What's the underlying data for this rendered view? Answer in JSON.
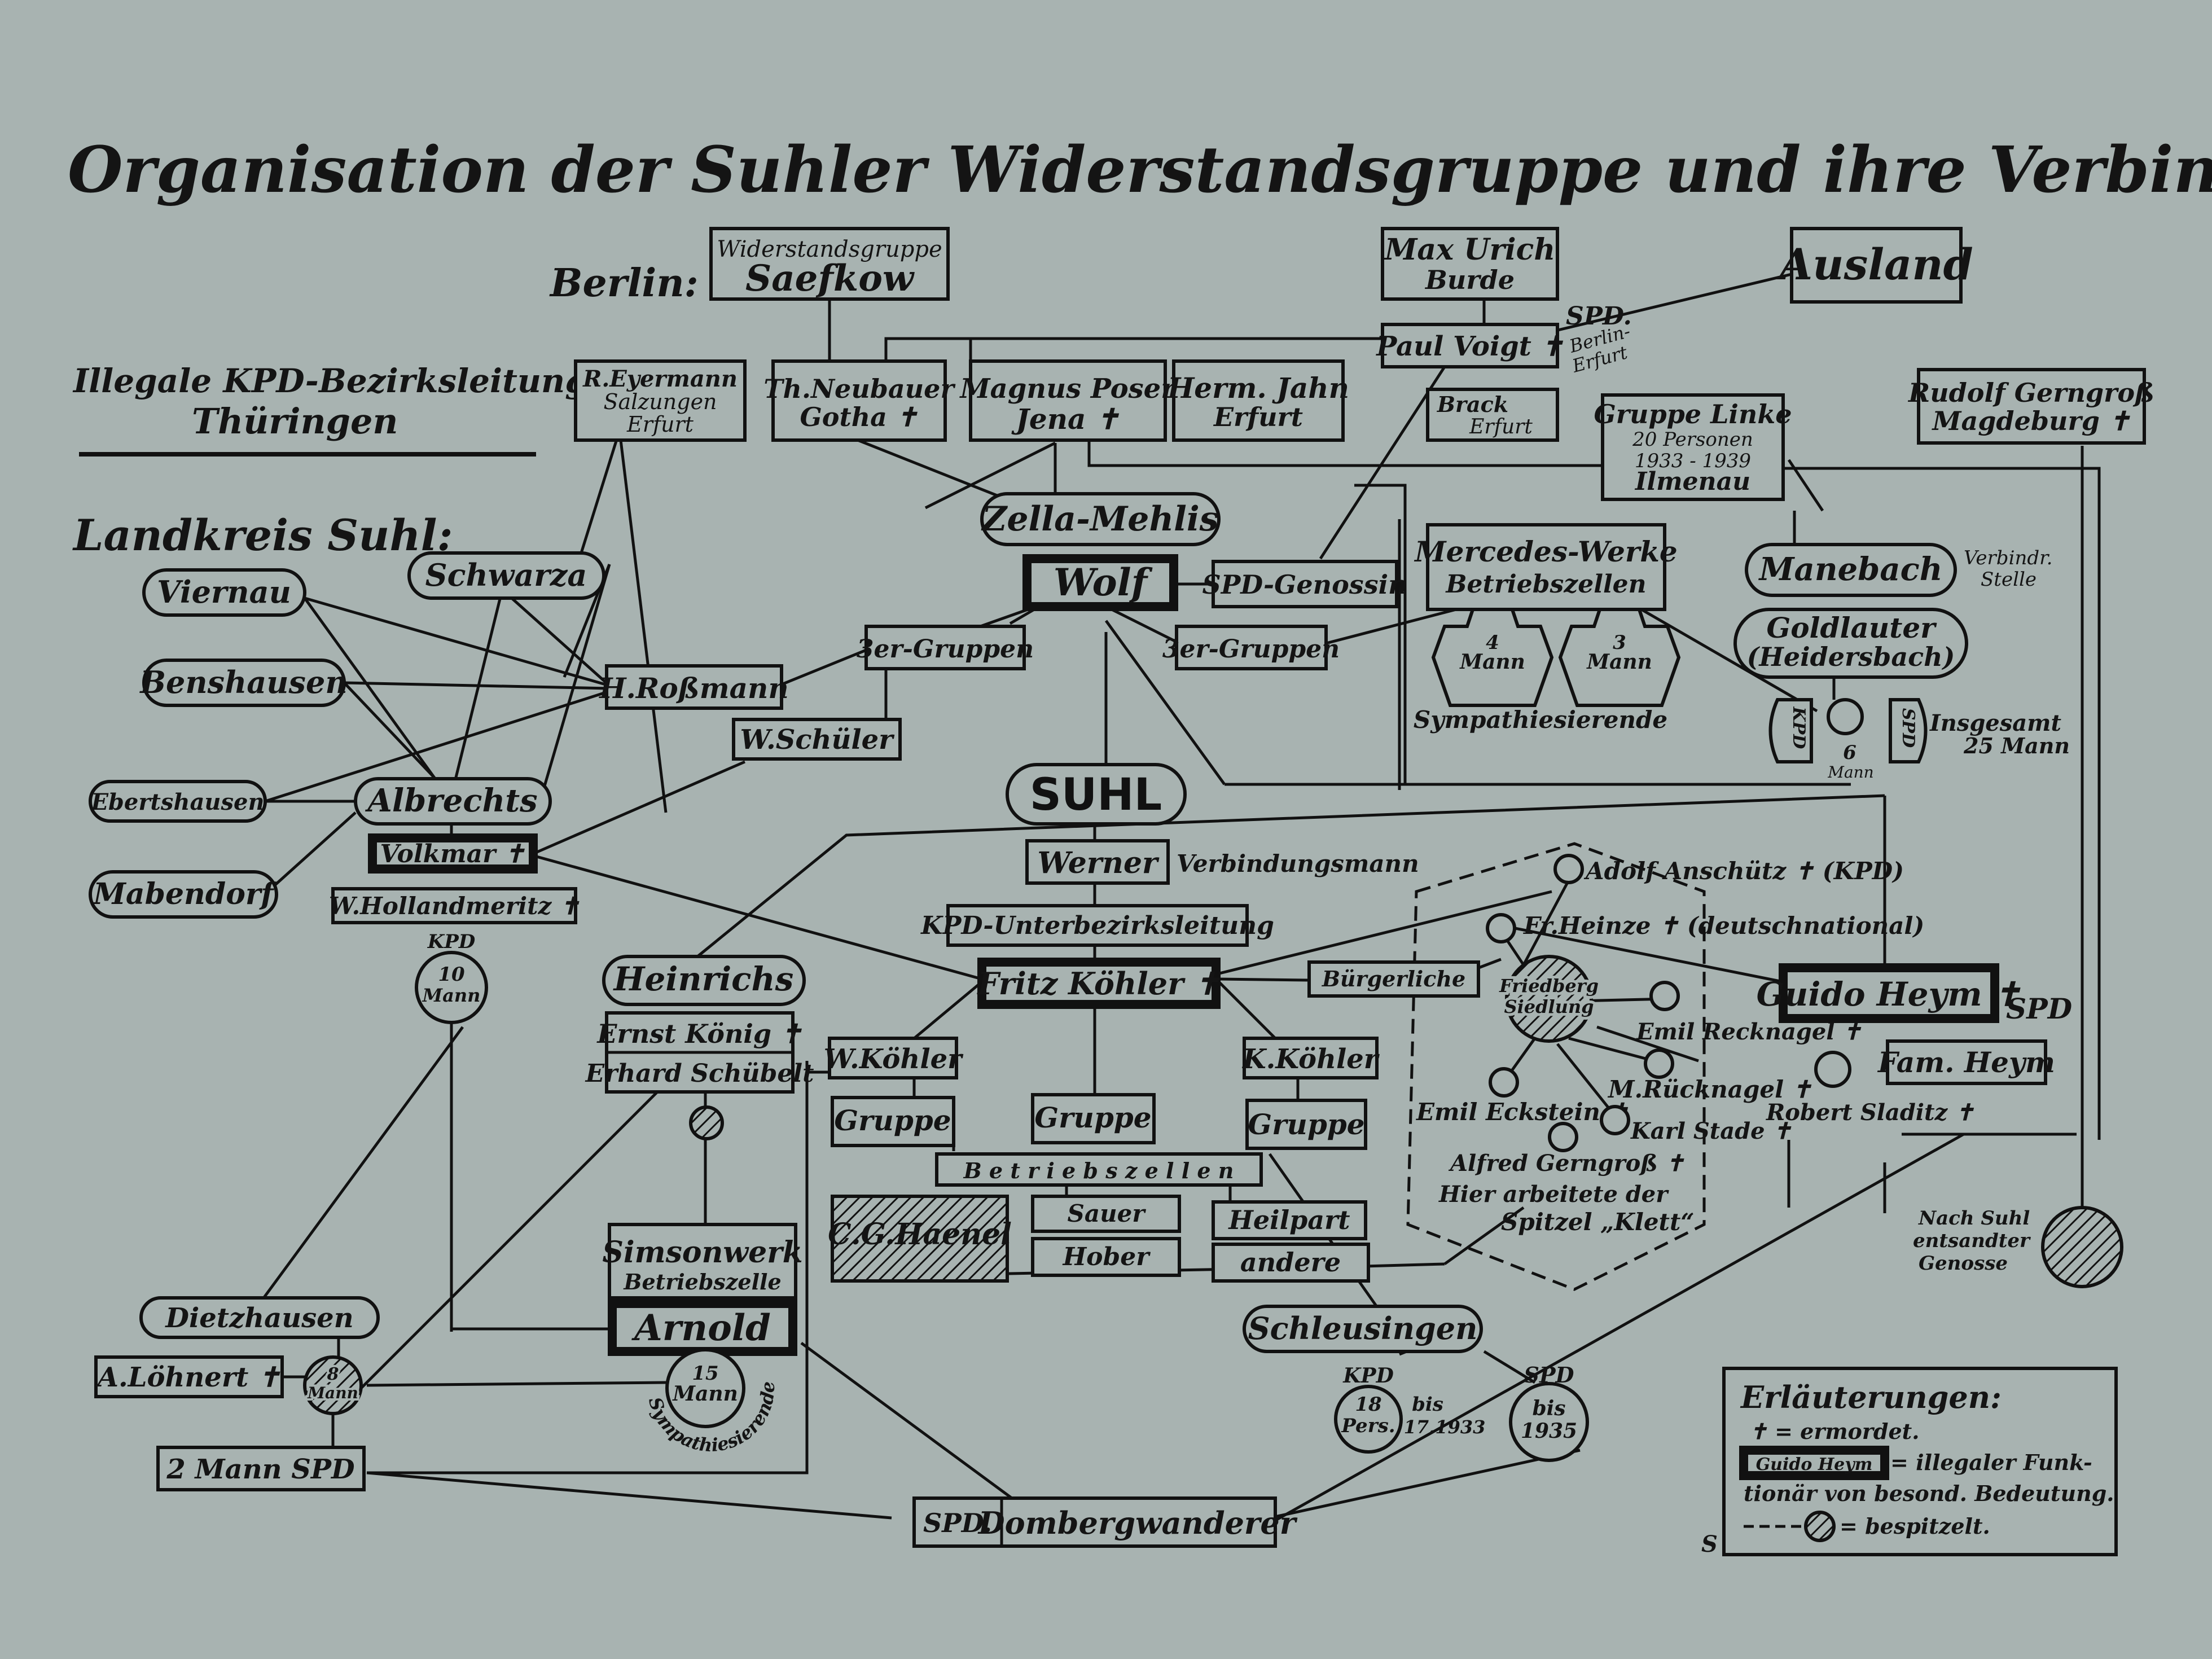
{
  "title": "Organisation der Suhler Widerstandsgruppe und ihre Verbindungen",
  "left_header": {
    "line1": "Illegale KPD-Bezirksleitung",
    "line2": "Thüringen"
  },
  "landkreis_label": "Landkreis Suhl:",
  "berlin_label": "Berlin:",
  "nodes": {
    "saefkow": {
      "line1": "Widerstandsgruppe",
      "line2": "Saefkow"
    },
    "burde": {
      "line1": "Max Urich",
      "line2": "Burde"
    },
    "ausland": "Ausland",
    "voigt": "Paul Voigt ✝",
    "spd_berlin": {
      "line1": "SPD.",
      "line2": "Berlin-",
      "line3": "Erfurt"
    },
    "eyermann": {
      "line1": "R.Eyermann",
      "line2": "Salzungen",
      "line3": "Erfurt"
    },
    "neubauer": {
      "line1": "Th.Neubauer",
      "line2": "Gotha ✝"
    },
    "poser": {
      "line1": "Magnus Poser",
      "line2": "Jena ✝"
    },
    "jahn": {
      "line1": "Herm. Jahn",
      "line2": "Erfurt"
    },
    "brack": {
      "line1": "Brack",
      "line2": "Erfurt"
    },
    "linke": {
      "line1": "Gruppe Linke",
      "line2": "20 Personen",
      "line3": "1933 - 1939",
      "line4": "Ilmenau"
    },
    "gerngross_mag": {
      "line1": "Rudolf Gerngroß",
      "line2": "Magdeburg ✝"
    },
    "zella": "Zella-Mehlis",
    "wolf": "Wolf",
    "spd_genossin": "SPD-Genossin",
    "mercedes": {
      "line1": "Mercedes-Werke",
      "line2": "Betriebszellen"
    },
    "mann4": {
      "n": "4",
      "unit": "Mann"
    },
    "mann3": {
      "n": "3",
      "unit": "Mann"
    },
    "sympathisierende_top": "Sympathiesierende",
    "manebach": "Manebach",
    "verbind_stelle": {
      "line1": "Verbindr.",
      "line2": "Stelle"
    },
    "goldlauter": {
      "line1": "Goldlauter",
      "line2": "(Heidersbach)"
    },
    "kpd_vert": "KPD",
    "spd_vert": "SPD",
    "six_mann": {
      "n": "6",
      "unit": "Mann"
    },
    "insgesamt": {
      "line1": "Insgesamt",
      "line2": "25 Mann"
    },
    "viernau": "Viernau",
    "schwarza": "Schwarza",
    "benshausen": "Benshausen",
    "rossmann": "H.Roßmann",
    "zer_gruppen_1": "3er-Gruppen",
    "zer_gruppen_2": "3er-Gruppen",
    "schueler": "W.Schüler",
    "ebertshausen": "Ebertshausen",
    "albrechts": "Albrechts",
    "volkmar": "Volkmar ✝",
    "mabendorf": "Mabendorf",
    "hollandmeritz": "W.Hollandmeritz ✝",
    "kpd10": {
      "top": "KPD",
      "n": "10",
      "unit": "Mann"
    },
    "suhl": "SUHL",
    "werner": "Werner",
    "verbindungsmann": "Verbindungsmann",
    "kpd_ubl": "KPD-Unterbezirksleitung",
    "fritz": "Fritz Köhler ✝",
    "heinrichs": "Heinrichs",
    "koenig": "Ernst König ✝",
    "schuebelt": "Erhard Schübelt",
    "wkoehler": "W.Köhler",
    "kkoehler": "K.Köhler",
    "gruppe": "Gruppe",
    "betriebszellen": "B e t r i e b s z e l l e n",
    "haenel": "C.G.Haenel",
    "sauer": "Sauer",
    "hober": "Hober",
    "heilpart": "Heilpart",
    "andere": "andere",
    "simson": {
      "line1": "Simsonwerk",
      "line2": "Betriebszelle"
    },
    "arnold": "Arnold",
    "mann15": {
      "n": "15",
      "unit": "Mann"
    },
    "sympathisierende_low": "Sympathiesierende",
    "dietzhausen": "Dietzhausen",
    "loehnert": "A.Löhnert ✝",
    "mann8": {
      "n": "8",
      "unit": "Mann"
    },
    "zwei_spd": "2 Mann SPD",
    "spd_dom": "SPD.",
    "dombergwanderer": "Dombergwanderer",
    "schleusingen": "Schleusingen",
    "kpd18": {
      "top": "KPD",
      "n": "18",
      "unit": "Pers.",
      "bis": "bis",
      "year": "17.1933"
    },
    "spd1935": {
      "top": "SPD",
      "bis": "bis",
      "year": "1935"
    },
    "anschuetz": "Adolf Anschütz ✝ (KPD)",
    "heinze": "Fr.Heinze ✝ (deutschnational)",
    "buergerliche": "Bürgerliche",
    "friedberg": {
      "line1": "Friedberg",
      "line2": "Siedlung"
    },
    "recknagel": "Emil Recknagel ✝",
    "ruecknagel": "M.Rücknagel ✝",
    "eckstein": "Emil Eckstein ✝",
    "stade": "Karl Stade ✝",
    "sladitz": "Robert Sladitz ✝",
    "alfred": {
      "line1": "Alfred   Gerngroß ✝",
      "line2": "Hier  arbeitete der",
      "line3": "Spitzel „Klett“"
    },
    "guido": "Guido Heym ✝",
    "spd_guido": "SPD",
    "famheym": "Fam. Heym",
    "nach_suhl": {
      "line1": "Nach Suhl",
      "line2": "entsandter",
      "line3": "Genosse"
    },
    "s_mark": "S"
  },
  "legend": {
    "title": "Erläuterungen:",
    "cross": "✝ = ermordet.",
    "key_name": "Guido Heym",
    "key_text1": "= illegaler Funk-",
    "key_text2": "tionär von besond. Bedeutung.",
    "spy": "= bespitzelt."
  }
}
